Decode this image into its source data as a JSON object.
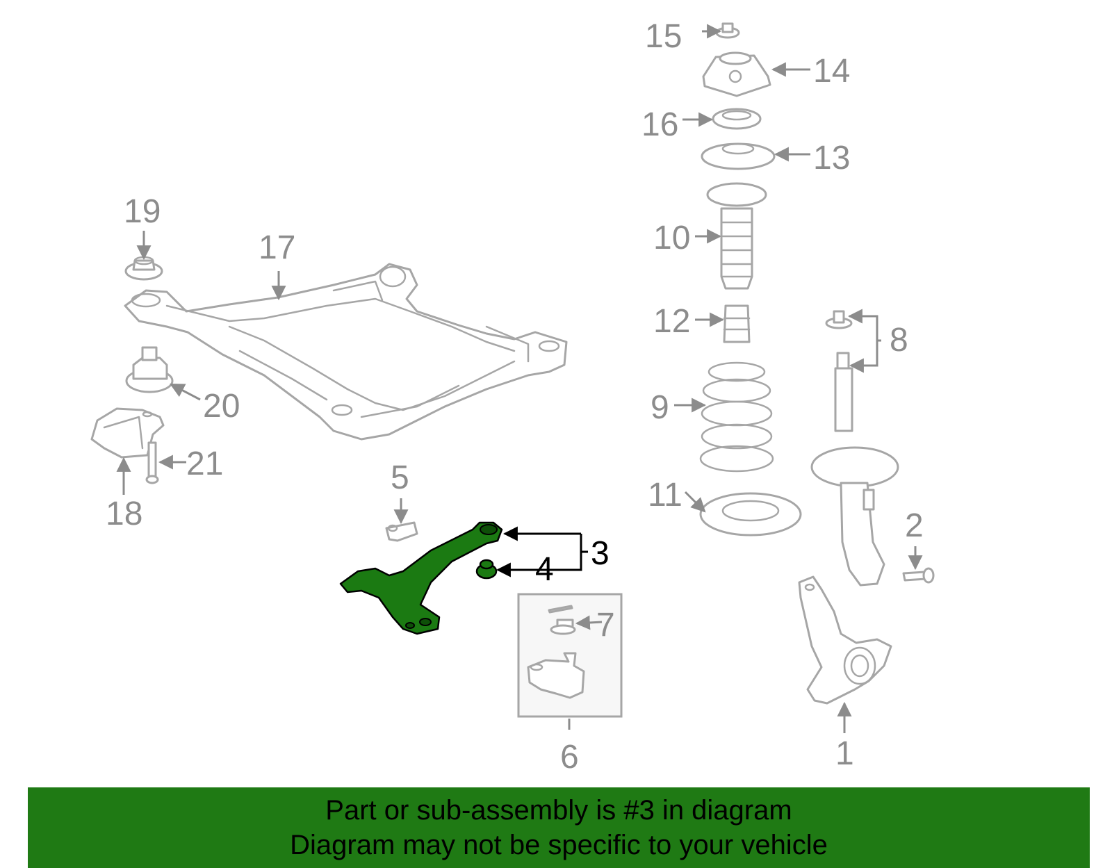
{
  "diagram": {
    "callouts": [
      {
        "id": "1",
        "text": "1"
      },
      {
        "id": "2",
        "text": "2"
      },
      {
        "id": "3",
        "text": "3"
      },
      {
        "id": "4",
        "text": "4"
      },
      {
        "id": "5",
        "text": "5"
      },
      {
        "id": "6",
        "text": "6"
      },
      {
        "id": "7",
        "text": "7"
      },
      {
        "id": "8",
        "text": "8"
      },
      {
        "id": "9",
        "text": "9"
      },
      {
        "id": "10",
        "text": "10"
      },
      {
        "id": "11",
        "text": "11"
      },
      {
        "id": "12",
        "text": "12"
      },
      {
        "id": "13",
        "text": "13"
      },
      {
        "id": "14",
        "text": "14"
      },
      {
        "id": "15",
        "text": "15"
      },
      {
        "id": "16",
        "text": "16"
      },
      {
        "id": "17",
        "text": "17"
      },
      {
        "id": "18",
        "text": "18"
      },
      {
        "id": "19",
        "text": "19"
      },
      {
        "id": "20",
        "text": "20"
      },
      {
        "id": "21",
        "text": "21"
      }
    ],
    "highlighted_part": "3",
    "colors": {
      "highlight": "#1b7a12",
      "banner": "#1f7a14",
      "linework": "#a6a6a6",
      "callout": "#8c8c8c"
    }
  },
  "banner": {
    "line1": "Part or sub-assembly is #3 in diagram",
    "line2": "Diagram may not be specific to your vehicle"
  }
}
